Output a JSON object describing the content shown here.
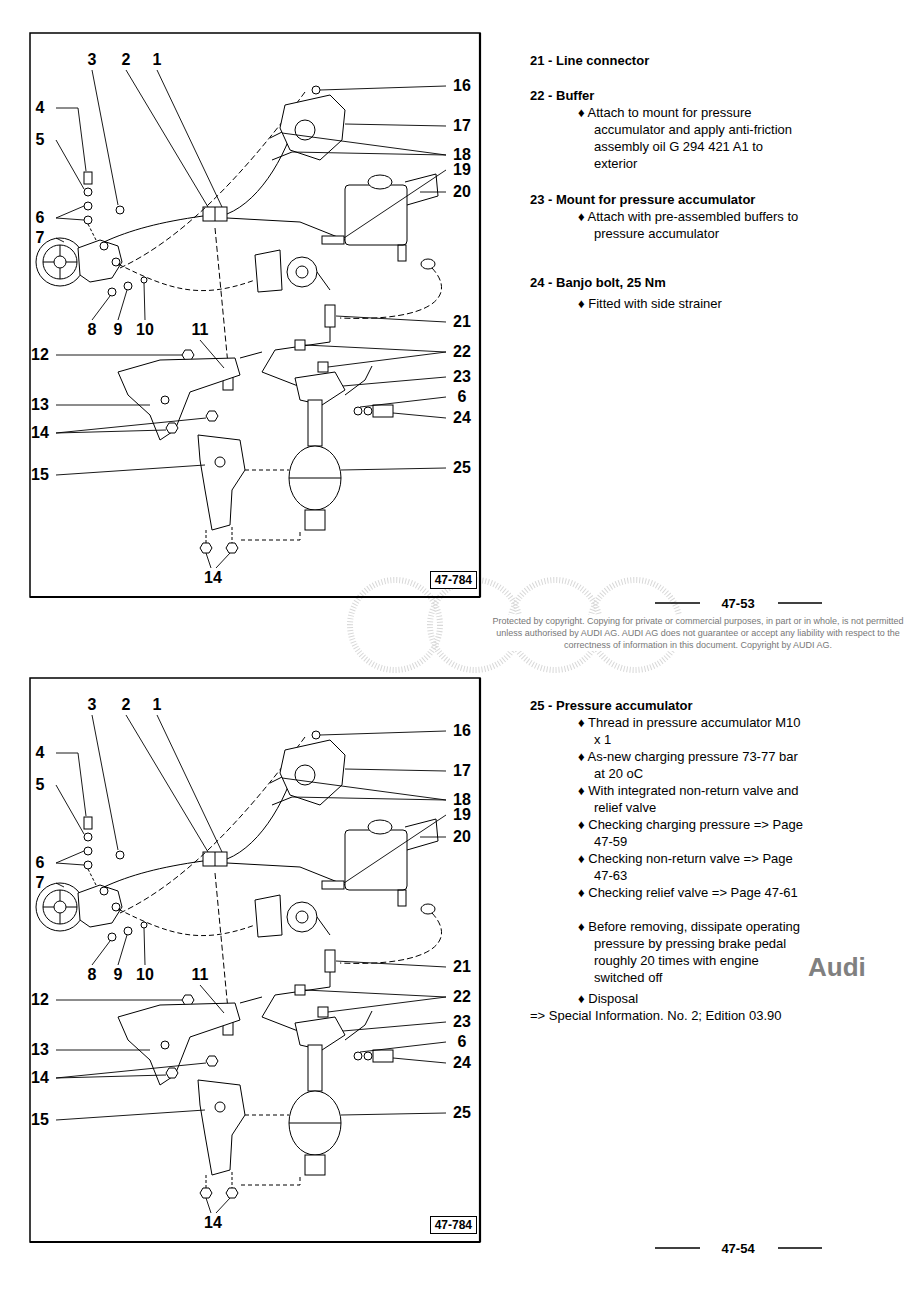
{
  "diagram": {
    "nodes": [
      {
        "text": [
          "47-784"
        ]
      },
      {
        "text": [
          "47-784"
        ]
      }
    ],
    "labels": [
      "3",
      "2",
      "1",
      "4",
      "5",
      "6",
      "7",
      "8",
      "9",
      "10",
      "11",
      "12",
      "13",
      "14",
      "15",
      "14",
      "16",
      "17",
      "18",
      "19",
      "20",
      "21",
      "22",
      "23",
      "6",
      "24",
      "25",
      "21 - Line connector",
      "22 - Buffer",
      "♦ Attach to mount for pressure accumulator and apply anti-friction assembly oil G 294 421 A1 to exterior",
      "23 - Mount for pressure accumulator",
      "♦ Attach with pre-assembled buffers to pressure accumulator",
      "24 - Banjo bolt, 25 Nm",
      "♦ Fitted with side strainer",
      "47-53",
      "Protected by copyright. Copying for private or commercial purposes, in part or in whole, is not permitted unless authorised by AUDI AG. AUDI AG does not guarantee or accept any liability with respect to the correctness of information in this document. Copyright by AUDI AG.",
      "3",
      "2",
      "1",
      "4",
      "5",
      "6",
      "7",
      "8",
      "9",
      "10",
      "11",
      "12",
      "13",
      "14",
      "15",
      "14",
      "16",
      "17",
      "18",
      "19",
      "20",
      "21",
      "22",
      "23",
      "6",
      "24",
      "25",
      "25 - Pressure accumulator",
      "♦ Thread in pressure accumulator M10 x 1",
      "♦ As-new charging pressure 73-77 bar at 20 oC",
      "♦ With integrated non-return valve and relief valve",
      "♦ Checking charging pressure => Page 47-59",
      "♦ Checking non-return valve => Page 47-63",
      "♦ Checking relief valve => Page 47-61",
      "♦ Before removing, dissipate operating pressure by pressing brake pedal roughly 20 times with engine switched off",
      "♦ Disposal",
      "=> Special Information. No. 2; Edition 03.90",
      "47-54",
      "Audi"
    ]
  }
}
